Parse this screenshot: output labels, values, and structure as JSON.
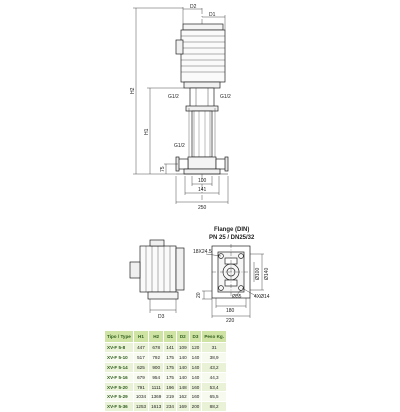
{
  "top_view": {
    "dims": {
      "d2": "D2",
      "d1": "D1",
      "h2": "H2",
      "h1": "H1",
      "g12_left": "G1/2",
      "g12_right": "G1/2",
      "g12_lower": "G1/2",
      "h75": "75",
      "w100": "100",
      "w141": "141",
      "w250": "250"
    }
  },
  "bottom_view": {
    "flange_title": "Flange (DIN)",
    "flange_spec": "PN 25 / DN25/32",
    "dims": {
      "d3": "D3",
      "holes_top": "18X24.5",
      "phi100": "Ø100",
      "phi140": "Ø140",
      "phi35": "Ø35",
      "holes_bottom": "4XØ14",
      "w20": "20",
      "w180": "180",
      "w220": "220"
    }
  },
  "table": {
    "headers": [
      "Tipo / Type",
      "H1",
      "H2",
      "D1",
      "D2",
      "D3",
      "Peso Kg."
    ],
    "rows": [
      [
        "XV-F 5-8",
        "447",
        "678",
        "141",
        "109",
        "120",
        "31"
      ],
      [
        "XV-F 5-10",
        "517",
        "792",
        "175",
        "140",
        "140",
        "38,9"
      ],
      [
        "XV-F 5-14",
        "625",
        "900",
        "175",
        "140",
        "140",
        "43,2"
      ],
      [
        "XV-F 5-16",
        "679",
        "954",
        "175",
        "140",
        "140",
        "44,3"
      ],
      [
        "XV-F 5-20",
        "791",
        "1111",
        "196",
        "148",
        "160",
        "53,4"
      ],
      [
        "XV-F 5-29",
        "1034",
        "1369",
        "219",
        "162",
        "160",
        "65,5"
      ],
      [
        "XV-F 5-36",
        "1253",
        "1613",
        "234",
        "169",
        "200",
        "88,2"
      ]
    ]
  }
}
